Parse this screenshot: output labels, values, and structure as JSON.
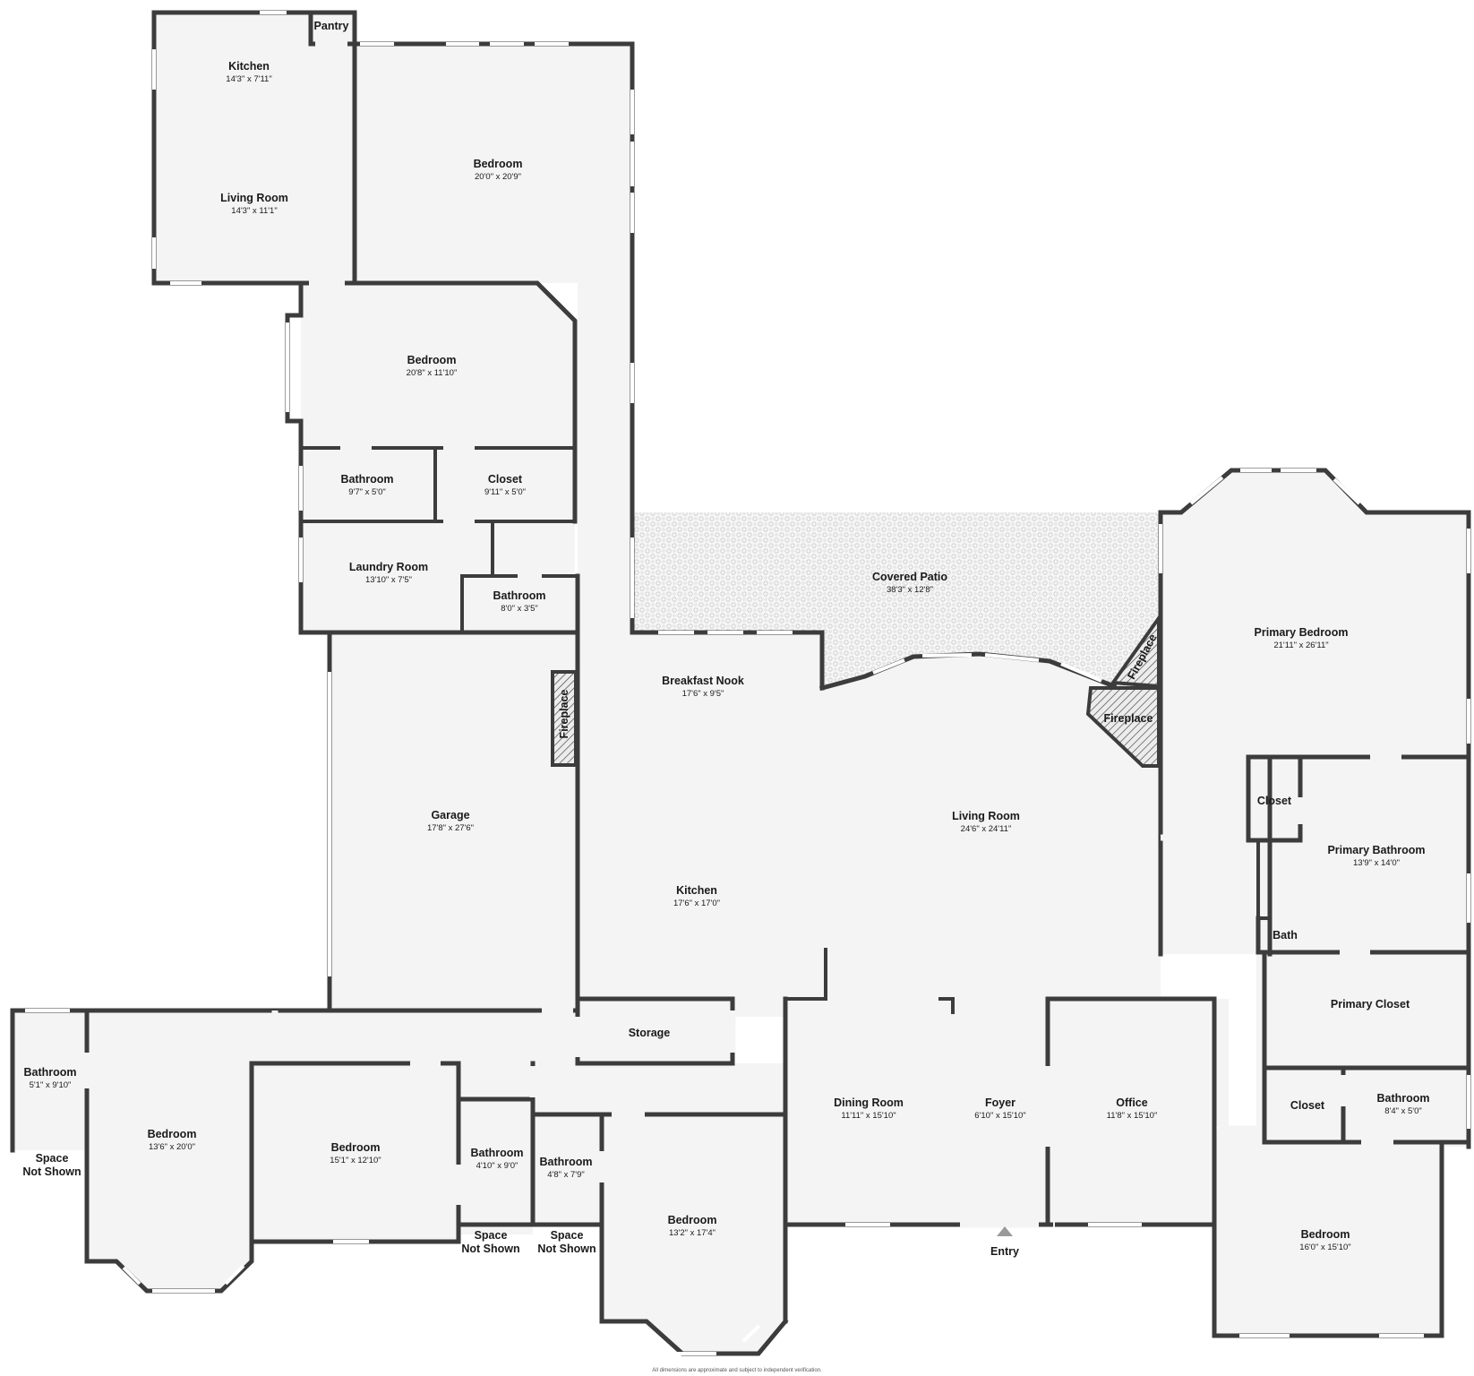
{
  "plan": {
    "colors": {
      "wall": "#3c3c3c",
      "floor": "#f4f4f4",
      "window": "#ffffff",
      "background": "#ffffff"
    },
    "rooms": [
      {
        "id": "kitchen-upper",
        "name": "Kitchen",
        "dim": "14'3\" x 7'11\""
      },
      {
        "id": "pantry",
        "name": "Pantry",
        "dim": ""
      },
      {
        "id": "living-upper",
        "name": "Living Room",
        "dim": "14'3\" x 11'1\""
      },
      {
        "id": "bedroom-large-top",
        "name": "Bedroom",
        "dim": "20'0\" x 20'9\""
      },
      {
        "id": "bedroom-mid",
        "name": "Bedroom",
        "dim": "20'8\" x 11'10\""
      },
      {
        "id": "bathroom-upper",
        "name": "Bathroom",
        "dim": "9'7\" x 5'0\""
      },
      {
        "id": "closet-upper",
        "name": "Closet",
        "dim": "9'11\" x 5'0\""
      },
      {
        "id": "laundry",
        "name": "Laundry Room",
        "dim": "13'10\" x 7'5\""
      },
      {
        "id": "bathroom-laundry",
        "name": "Bathroom",
        "dim": "8'0\" x 3'5\""
      },
      {
        "id": "covered-patio",
        "name": "Covered Patio",
        "dim": "38'3\" x 12'8\""
      },
      {
        "id": "primary-bedroom",
        "name": "Primary Bedroom",
        "dim": "21'11\" x 26'11\""
      },
      {
        "id": "breakfast-nook",
        "name": "Breakfast Nook",
        "dim": "17'6\" x 9'5\""
      },
      {
        "id": "garage",
        "name": "Garage",
        "dim": "17'8\" x 27'6\""
      },
      {
        "id": "living-main",
        "name": "Living Room",
        "dim": "24'6\" x 24'11\""
      },
      {
        "id": "kitchen-main",
        "name": "Kitchen",
        "dim": "17'6\" x 17'0\""
      },
      {
        "id": "closet-primary",
        "name": "Closet",
        "dim": ""
      },
      {
        "id": "primary-bathroom",
        "name": "Primary Bathroom",
        "dim": "13'9\" x 14'0\""
      },
      {
        "id": "bath-small",
        "name": "Bath",
        "dim": ""
      },
      {
        "id": "primary-closet",
        "name": "Primary Closet",
        "dim": ""
      },
      {
        "id": "storage",
        "name": "Storage",
        "dim": ""
      },
      {
        "id": "closet-lower",
        "name": "Closet",
        "dim": ""
      },
      {
        "id": "bathroom-lower-right",
        "name": "Bathroom",
        "dim": "8'4\" x 5'0\""
      },
      {
        "id": "bathroom-far-left",
        "name": "Bathroom",
        "dim": "5'1\" x 9'10\""
      },
      {
        "id": "bedroom-bay-left",
        "name": "Bedroom",
        "dim": "13'6\" x 20'0\""
      },
      {
        "id": "bedroom-lower-left",
        "name": "Bedroom",
        "dim": "15'1\" x 12'10\""
      },
      {
        "id": "bathroom-lower-a",
        "name": "Bathroom",
        "dim": "4'10\" x 9'0\""
      },
      {
        "id": "bathroom-lower-b",
        "name": "Bathroom",
        "dim": "4'8\" x 7'9\""
      },
      {
        "id": "bedroom-bay-center",
        "name": "Bedroom",
        "dim": "13'2\" x 17'4\""
      },
      {
        "id": "dining-room",
        "name": "Dining Room",
        "dim": "11'11\" x 15'10\""
      },
      {
        "id": "foyer",
        "name": "Foyer",
        "dim": "6'10\" x 15'10\""
      },
      {
        "id": "office",
        "name": "Office",
        "dim": "11'8\" x 15'10\""
      },
      {
        "id": "bedroom-lower-right",
        "name": "Bedroom",
        "dim": "16'0\" x 15'10\""
      }
    ],
    "fireplaces": [
      "Fireplace",
      "Fireplace",
      "Fireplace"
    ],
    "space_not_shown": [
      {
        "line1": "Space",
        "line2": "Not Shown"
      },
      {
        "line1": "Space",
        "line2": "Not Shown"
      },
      {
        "line1": "Space",
        "line2": "Not Shown"
      }
    ],
    "entry_label": "Entry",
    "disclaimer": "All dimensions are approximate and subject to independent verification."
  }
}
